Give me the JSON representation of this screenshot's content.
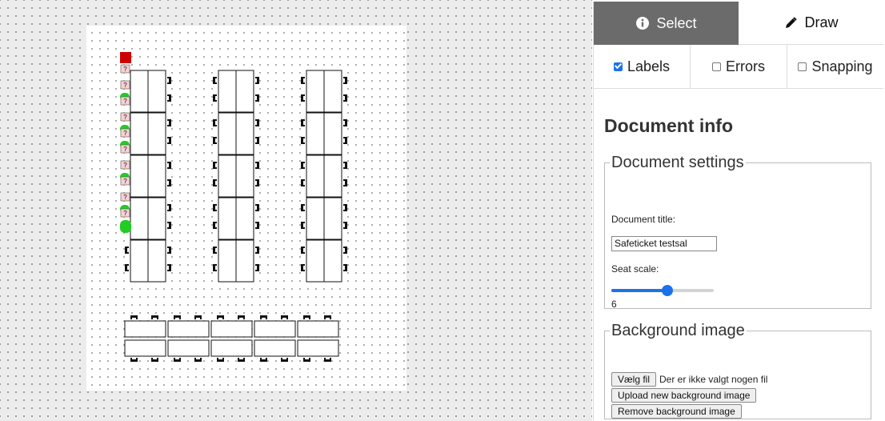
{
  "mode": {
    "select_label": "Select",
    "draw_label": "Draw",
    "select_icon": "info-circle-icon",
    "draw_icon": "pencil-icon"
  },
  "toggles": [
    {
      "label": "Labels",
      "checked": true
    },
    {
      "label": "Errors",
      "checked": false
    },
    {
      "label": "Snapping",
      "checked": false
    }
  ],
  "document": {
    "heading": "Document info",
    "settings_legend": "Document settings",
    "title_label": "Document title:",
    "title_value": "Safeticket testsal",
    "scale_label": "Seat scale:",
    "scale_value": "6",
    "scale_fraction": 0.55
  },
  "background": {
    "legend": "Background image",
    "choose_file_label": "Vælg fil",
    "no_file_text": "Der er ikke valgt nogen fil",
    "upload_label": "Upload new background image",
    "remove_label": "Remove background image"
  },
  "seat_labels": {
    "unknown_marker": "?"
  },
  "colors": {
    "active_mode": "#6b6b6b",
    "accent": "#1a73e8",
    "error_red": "#cc0000",
    "ok_green": "#22cc22",
    "label_pink": "#f6d2d2"
  }
}
